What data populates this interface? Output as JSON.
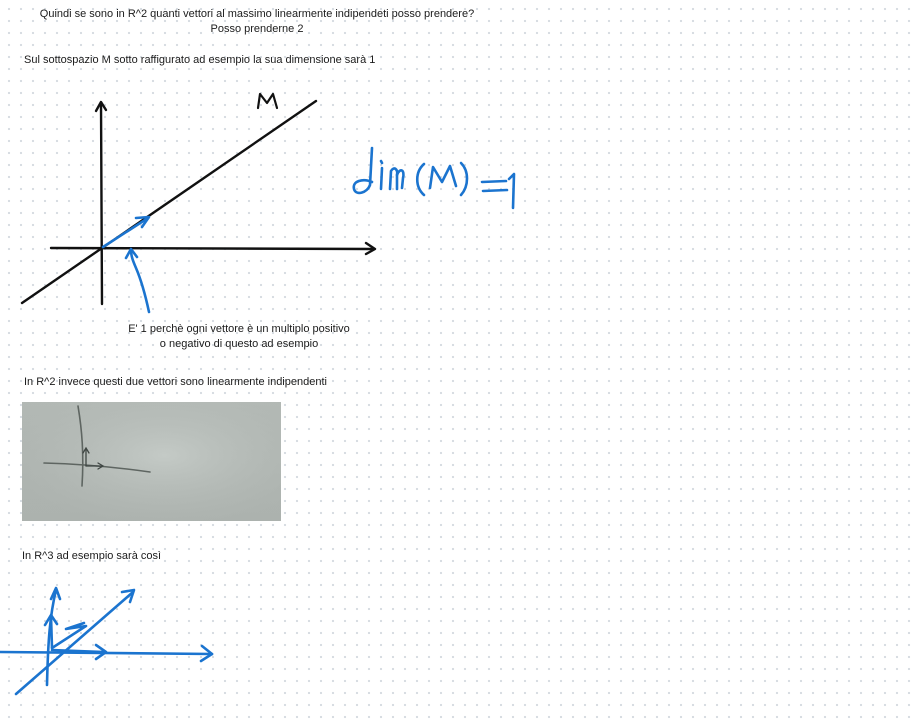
{
  "notes": {
    "question_line1": "Quindi se sono in R^2 quanti vettori al massimo linearmente indipendeti posso prendere?",
    "question_line2": "Posso prenderne 2",
    "subspace_note": "Sul sottospazio M sotto raffigurato ad esempio la sua dimensione sarà 1",
    "explanation_line1": "E' 1 perchè ogni vettore è un multiplo positivo",
    "explanation_line2": "o negativo di questo ad esempio",
    "r2_note": "In R^2 invece questi due vettori sono linearmente indipendenti",
    "r3_note": "In R^3 ad esempio sarà così"
  },
  "handwriting": {
    "subspace_label": "M",
    "dimension_formula": "dim(M)=1"
  },
  "colors": {
    "ink_black": "#111111",
    "ink_blue": "#1b74cf",
    "text": "#1b1b1b",
    "page_background": "#ffffff",
    "grid_dots": "#d6dbe1"
  },
  "images": {
    "r2_vectors_photo": "photo of two perpendicular vectors drawn on a whiteboard"
  }
}
